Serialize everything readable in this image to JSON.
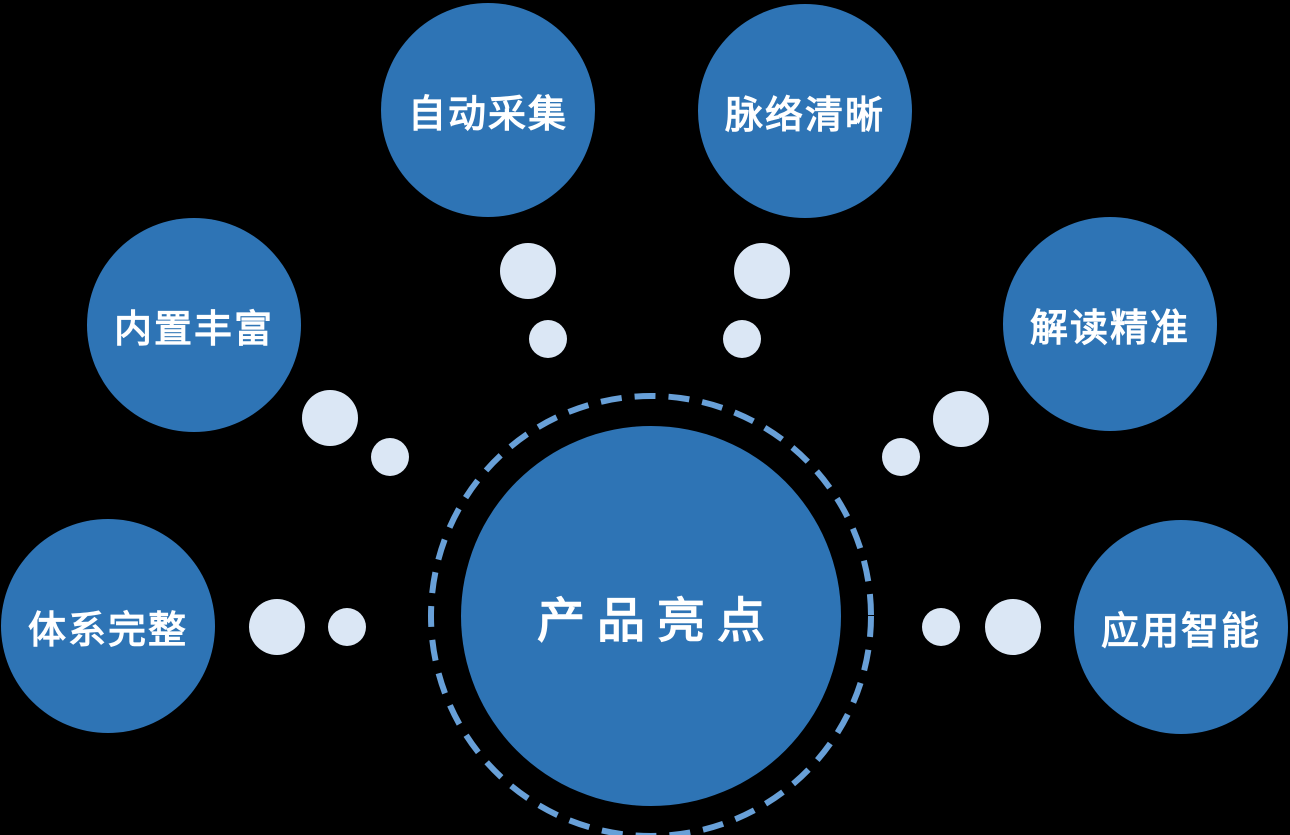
{
  "diagram": {
    "center": {
      "label": "产品亮点"
    },
    "satellites": [
      {
        "label": "自动采集",
        "position": "top-left"
      },
      {
        "label": "脉络清晰",
        "position": "top-right"
      },
      {
        "label": "内置丰富",
        "position": "mid-left"
      },
      {
        "label": "解读精准",
        "position": "mid-right"
      },
      {
        "label": "体系完整",
        "position": "bottom-left"
      },
      {
        "label": "应用智能",
        "position": "bottom-right"
      }
    ],
    "colors": {
      "background": "#000000",
      "node_fill": "#2E74B5",
      "text_color": "#FFFFFF",
      "ring_color": "#68A0D8",
      "dot_fill": "#DBE7F5"
    }
  }
}
